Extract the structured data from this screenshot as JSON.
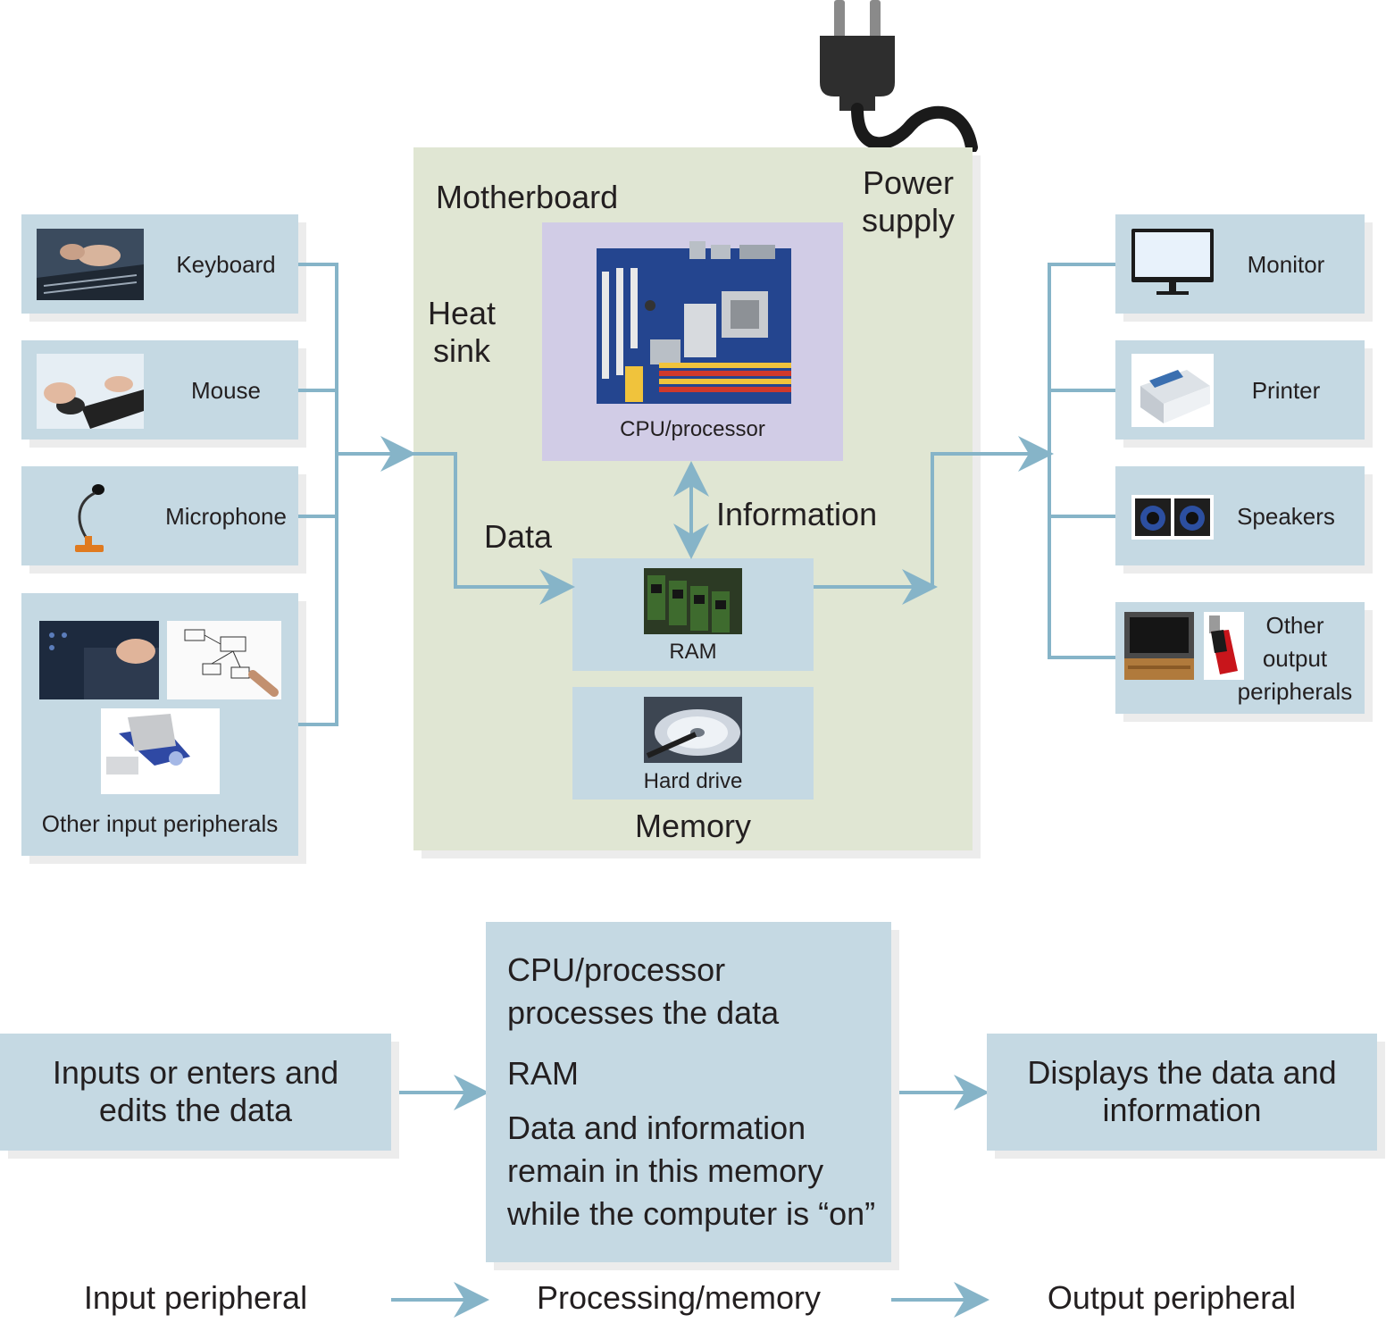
{
  "motherboard": {
    "title": "Motherboard",
    "heat_sink": [
      "Heat",
      "sink"
    ],
    "power_supply": [
      "Power",
      "supply"
    ],
    "cpu_label": "CPU/processor",
    "data_label": "Data",
    "information_label": "Information",
    "ram_label": "RAM",
    "hard_drive_label": "Hard drive",
    "memory_label": "Memory"
  },
  "inputs": {
    "keyboard": "Keyboard",
    "mouse": "Mouse",
    "microphone": "Microphone",
    "other": "Other input peripherals"
  },
  "outputs": {
    "monitor": "Monitor",
    "printer": "Printer",
    "speakers": "Speakers",
    "other": [
      "Other",
      "output",
      "peripherals"
    ]
  },
  "flow": {
    "input_desc": [
      "Inputs or enters and",
      "edits the data"
    ],
    "processing": {
      "cpu_title": [
        "CPU/processor",
        "processes the data"
      ],
      "ram_title": "RAM",
      "ram_desc": [
        "Data and information",
        "remain in this memory",
        "while the computer is “on”"
      ]
    },
    "output_desc": [
      "Displays the data and",
      "information"
    ],
    "stage_input": "Input peripheral",
    "stage_processing": "Processing/memory",
    "stage_output": "Output peripheral"
  },
  "colors": {
    "peripheral_box": "#c5d9e3",
    "motherboard_bg": "#e0e6d3",
    "cpu_box": "#d1cce6",
    "connector": "#86b4c8"
  }
}
